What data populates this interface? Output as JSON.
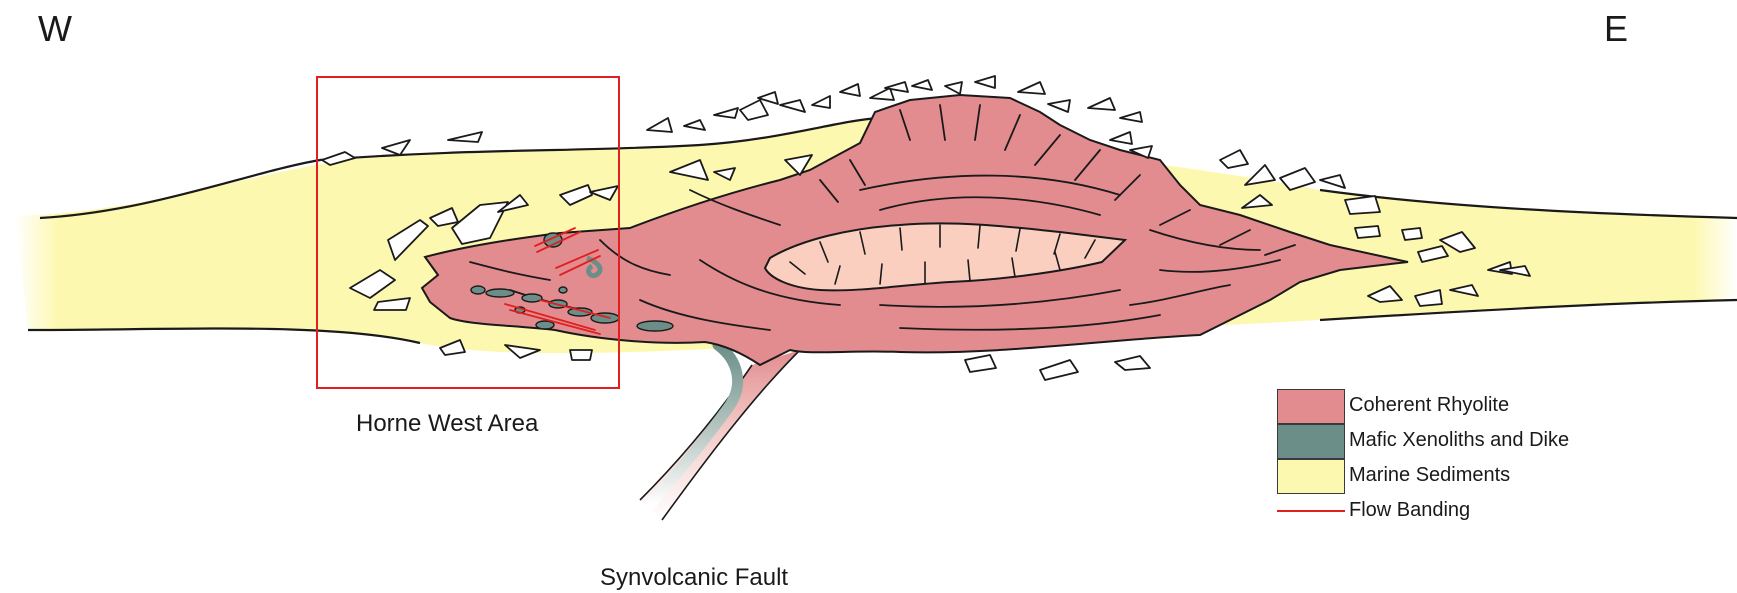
{
  "orientation": {
    "west": "W",
    "east": "E"
  },
  "labels": {
    "inset_area": "Horne West Area",
    "fault": "Synvolcanic Fault"
  },
  "legend": [
    {
      "label": "Coherent Rhyolite",
      "color": "#e28c8f",
      "kind": "fill"
    },
    {
      "label": "Mafic Xenoliths and Dike",
      "color": "#6b8f88",
      "kind": "fill"
    },
    {
      "label": "Marine Sediments",
      "color": "#fdf8b0",
      "kind": "fill"
    },
    {
      "label": "Flow Banding",
      "color": "#e02020",
      "kind": "line"
    }
  ],
  "colors": {
    "rhyolite": "#e28c8f",
    "core": "#fbcfc0",
    "mafic": "#6b8f88",
    "sediment": "#fdf8b0",
    "flow_banding": "#e02020",
    "inset_box": "#e02020",
    "outline": "#1a1a1a"
  }
}
